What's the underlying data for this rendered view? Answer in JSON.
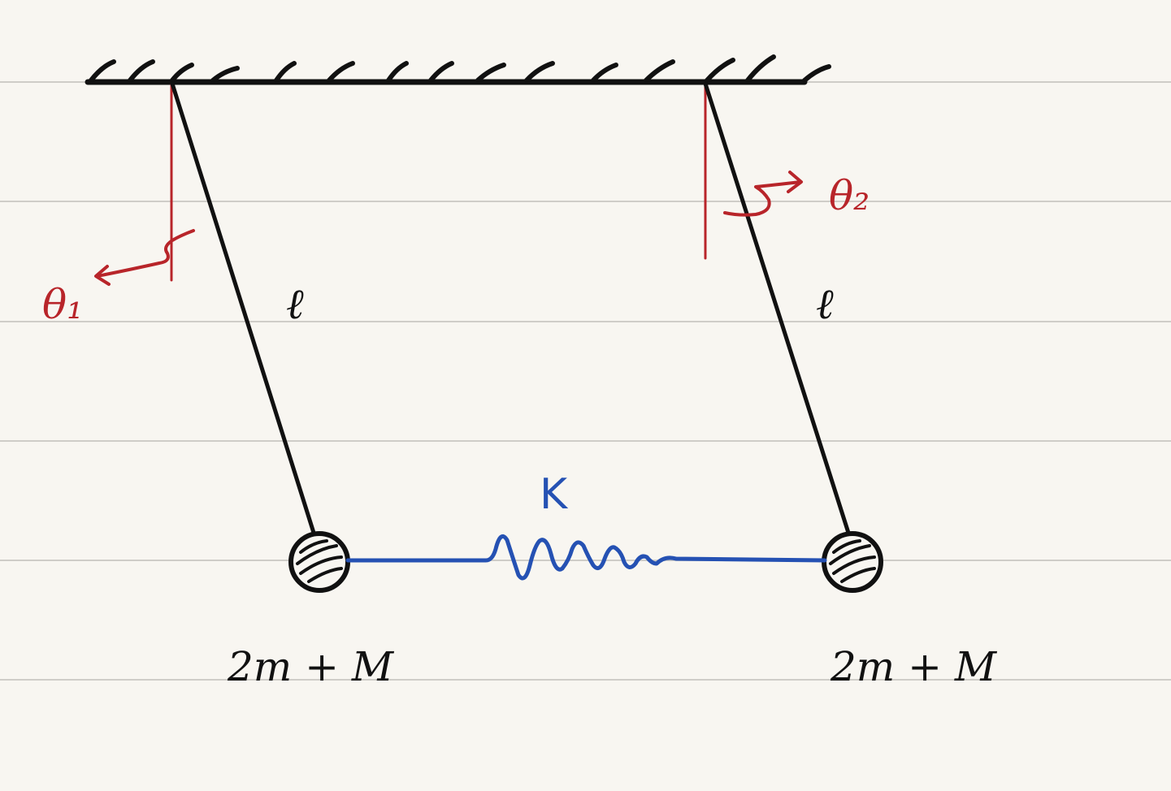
{
  "colors": {
    "paper": "#f8f6f1",
    "rule_line": "#c9c7c2",
    "black_ink": "#111111",
    "red_ink": "#b8252a",
    "blue_ink": "#2551b3"
  },
  "labels": {
    "theta1": "θ₁",
    "theta2": "θ₂",
    "length_left": "ℓ",
    "length_right": "ℓ",
    "spring_constant": "K",
    "mass_left": "2m + M",
    "mass_right": "2m + M"
  }
}
